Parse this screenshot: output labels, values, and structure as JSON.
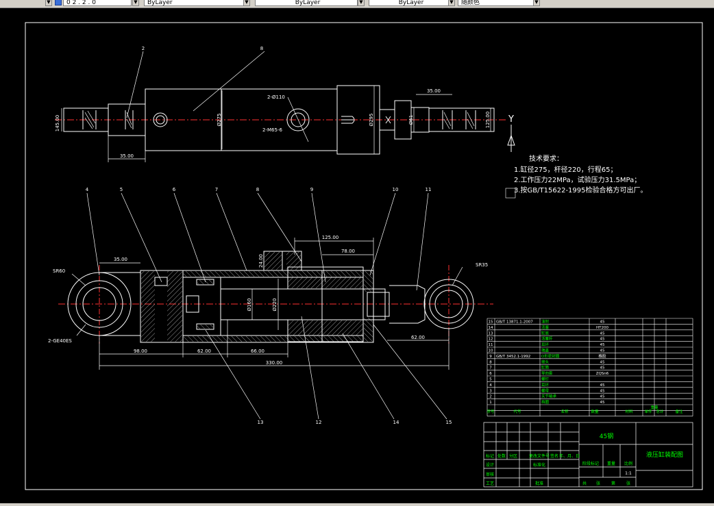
{
  "toolbar": {
    "layer_value": "0 2 . 2 . 0",
    "color_value": "ByLayer",
    "linetype_value": "ByLayer",
    "lineweight_value": "ByLayer",
    "plotstyle_value": "随颜色"
  },
  "colors": {
    "background": "#000000",
    "outline": "#ffffff",
    "dimension": "#ffffff",
    "centerline": "#ff3030",
    "leader": "#ffffff",
    "accent": "#00ff00",
    "title_text": "#00ff00",
    "hatch": "#ffffff"
  },
  "balloons": [
    "2",
    "8",
    "4",
    "5",
    "6",
    "7",
    "8",
    "9",
    "10",
    "11",
    "13",
    "12",
    "14",
    "15"
  ],
  "dimensions": {
    "top_145": "145.00",
    "top_35_left": "35.00",
    "top_phi275": "Ø275",
    "top_2phi110": "2-Ø110",
    "top_2M65": "2-M65-6",
    "top_phi295": "Ø295",
    "top_phi61": "Ø61",
    "top_35_right": "35.00",
    "top_125": "125.00",
    "sec_35": "35.00",
    "sec_sr60": "SR60",
    "sec_2ge": "2-GE40ES",
    "sec_125": "125.00",
    "sec_78": "78.00",
    "sec_24": "24.00",
    "sec_phi160": "Ø160",
    "sec_phi220": "Ø220",
    "sec_sr35": "SR35",
    "sec_98": "98.00",
    "sec_62a": "62.00",
    "sec_66": "66.00",
    "sec_62b": "62.00",
    "sec_330": "330.00"
  },
  "view_marker": "Y",
  "tech_requirements": {
    "title": "技术要求：",
    "lines": [
      "1.缸径275，杆径220，行程65；",
      "2.工作压力22MPa，试验压力31.5MPa；",
      "3.按GB/T15622-1995检验合格方可出厂。"
    ]
  },
  "bom": {
    "rows": [
      {
        "no": "15",
        "code": "GB/T 13871.1-2007",
        "name": "油封",
        "qty": "",
        "mat": "45"
      },
      {
        "no": "14",
        "code": "",
        "name": "活塞",
        "qty": "",
        "mat": "HT200"
      },
      {
        "no": "13",
        "code": "",
        "name": "缸底",
        "qty": "",
        "mat": "45"
      },
      {
        "no": "12",
        "code": "",
        "name": "活塞杆",
        "qty": "",
        "mat": "45"
      },
      {
        "no": "11",
        "code": "",
        "name": "耳环",
        "qty": "",
        "mat": "45"
      },
      {
        "no": "10",
        "code": "",
        "name": "端盖",
        "qty": "",
        "mat": "45"
      },
      {
        "no": "9",
        "code": "GB/T 3452.1-1992",
        "name": "O形密封圈",
        "qty": "",
        "mat": "橡胶"
      },
      {
        "no": "8",
        "code": "",
        "name": "接头",
        "qty": "",
        "mat": "45"
      },
      {
        "no": "7",
        "code": "",
        "name": "缸筒",
        "qty": "",
        "mat": "45"
      },
      {
        "no": "6",
        "code": "",
        "name": "导向套",
        "qty": "",
        "mat": "ZQSn6"
      },
      {
        "no": "5",
        "code": "",
        "name": "螺钉",
        "qty": "",
        "mat": ""
      },
      {
        "no": "4",
        "code": "",
        "name": "耳环",
        "qty": "",
        "mat": "45"
      },
      {
        "no": "3",
        "code": "",
        "name": "螺母",
        "qty": "",
        "mat": "45"
      },
      {
        "no": "2",
        "code": "",
        "name": "关节轴承",
        "qty": "",
        "mat": "45"
      },
      {
        "no": "1",
        "code": "",
        "name": "挡圈",
        "qty": "",
        "mat": "45"
      }
    ],
    "header": {
      "no": "序号",
      "code": "代号",
      "name": "名称",
      "qty": "数量",
      "mat": "材料",
      "unit": "单件",
      "total": "总计",
      "weight": "重量",
      "remark": "备注"
    }
  },
  "title_block": {
    "material": "45钢",
    "drawing_name": "液压缸装配图",
    "row_labels": [
      "标记",
      "处数",
      "分区",
      "更改文件号",
      "签名",
      "年、月、日"
    ],
    "left_labels": [
      "设计",
      "标准化",
      "审核",
      "工艺",
      "批准"
    ],
    "stage_labels": [
      "阶段标记",
      "重量",
      "比例"
    ],
    "scale": "1:1",
    "sheet_labels": [
      "共",
      "张",
      "第",
      "张"
    ]
  }
}
